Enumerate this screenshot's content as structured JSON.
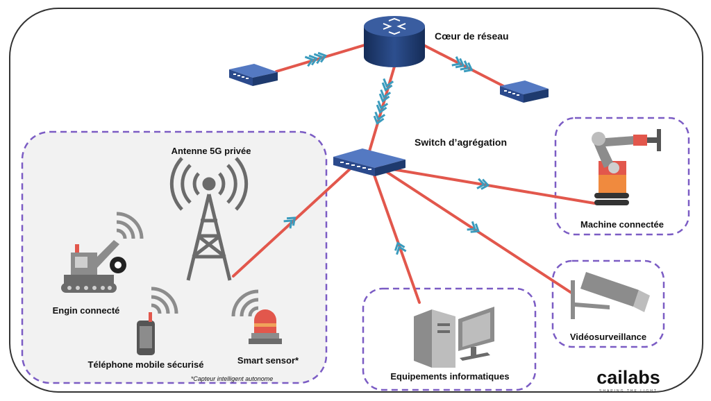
{
  "labels": {
    "core": "Cœur de réseau",
    "aggregation_switch": "Switch d’agrégation",
    "antenna": "Antenne 5G privée",
    "machine": "Engin connecté",
    "phone": "Téléphone mobile sécurisé",
    "sensor": "Smart sensor*",
    "footnote": "*Capteur intelligent autonome",
    "connected_machine": "Machine connectée",
    "video": "Vidéosurveillance",
    "it_equipment": "Equipements informatiques"
  },
  "logo": {
    "name": "cailabs",
    "tagline": "SHAPING THE LIGHT"
  },
  "colors": {
    "link": "#e2574c",
    "switch": "#2b4a8c",
    "router": "#1e3a6e",
    "dashed": "#7b5cc4",
    "fiber": "#3a9bbd",
    "icon_gray": "#8c8c8c"
  }
}
